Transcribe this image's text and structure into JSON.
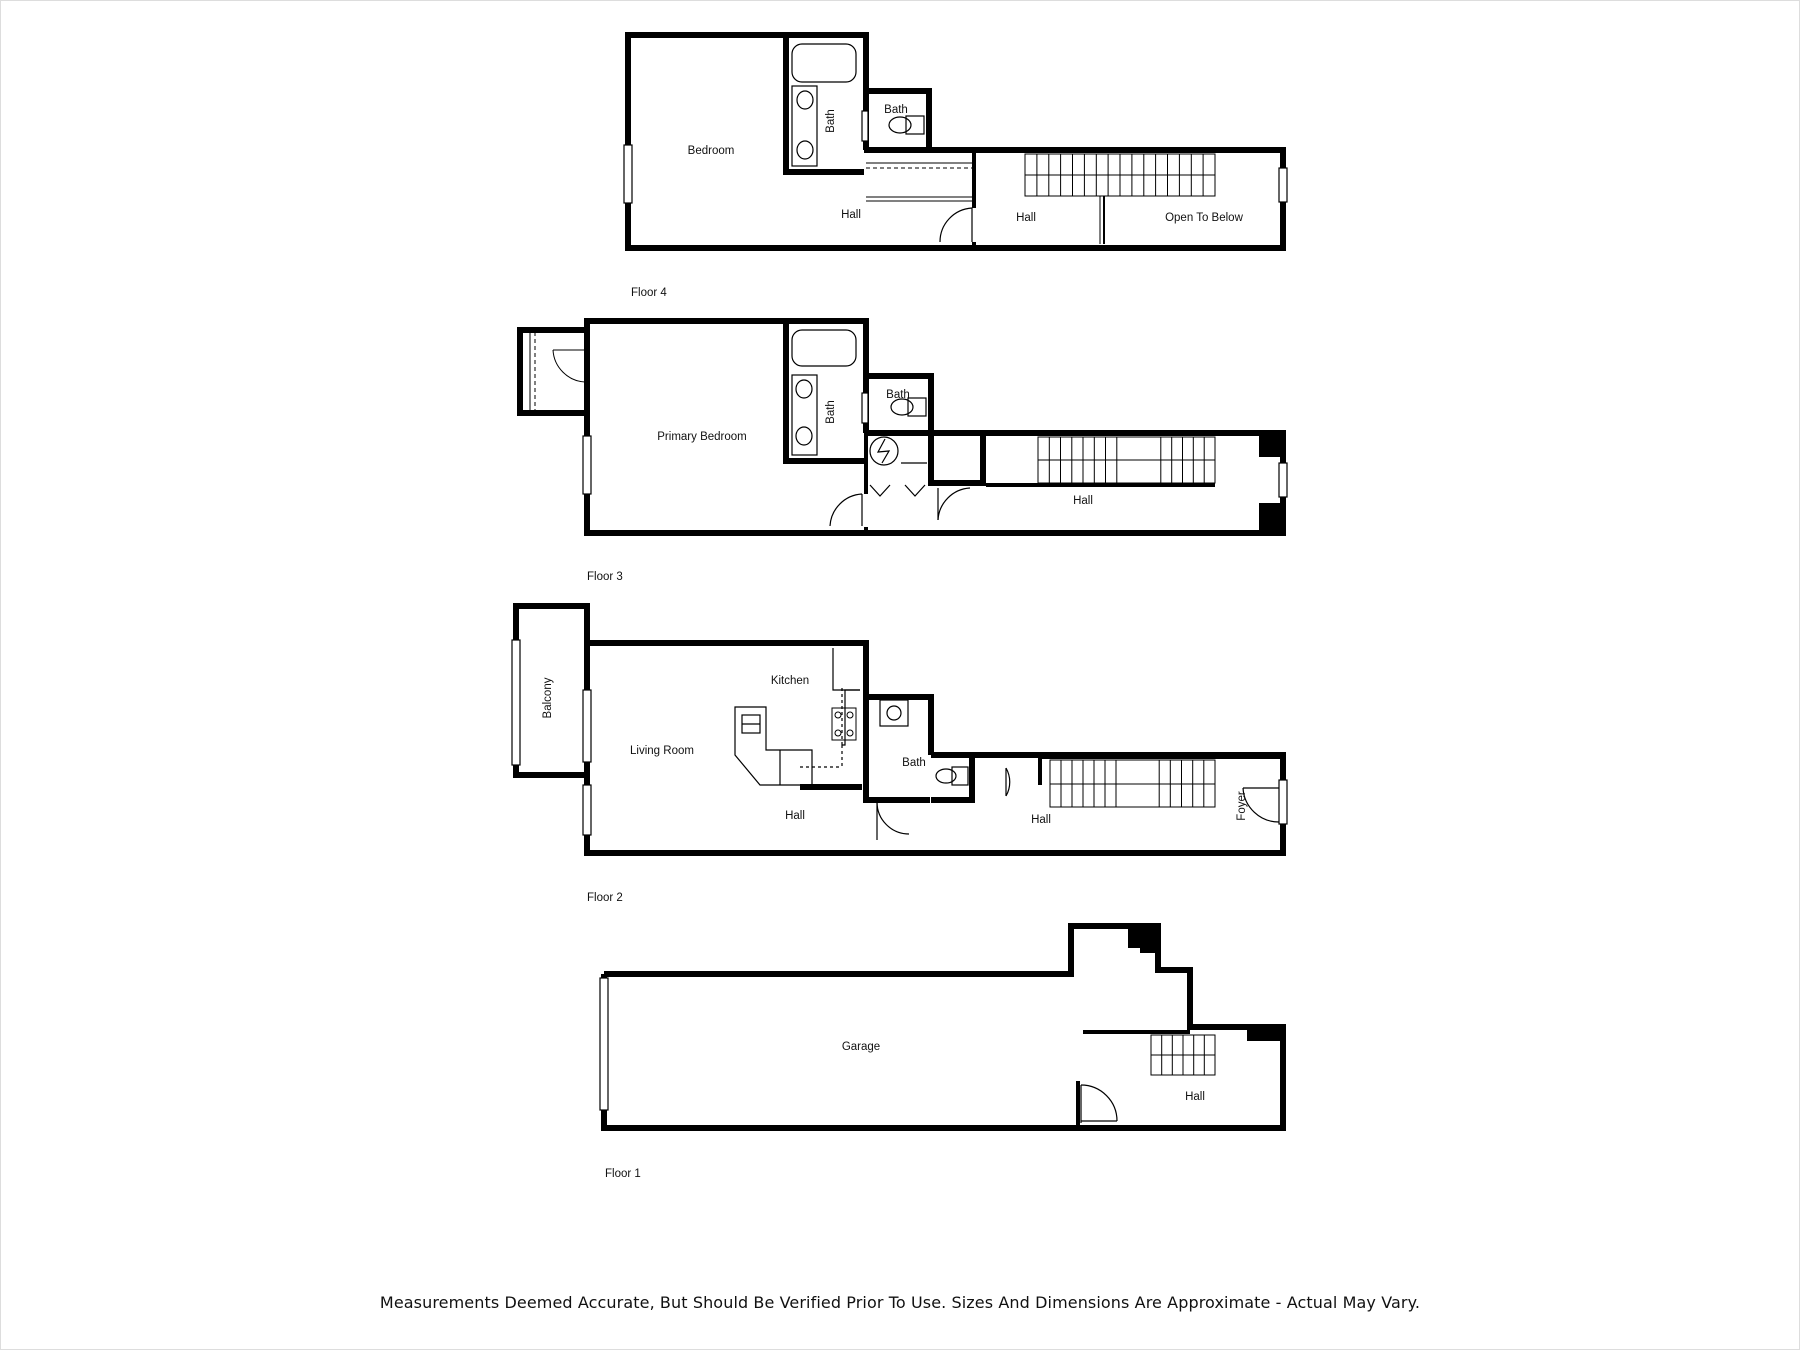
{
  "floors": {
    "floor4": {
      "title": "Floor 4",
      "rooms": {
        "bedroom": "Bedroom",
        "bath_main": "Bath",
        "bath_small": "Bath",
        "hall_left": "Hall",
        "hall_right": "Hall",
        "open_to_below": "Open To Below"
      }
    },
    "floor3": {
      "title": "Floor 3",
      "rooms": {
        "primary_bedroom": "Primary Bedroom",
        "bath_main": "Bath",
        "bath_small": "Bath",
        "hall": "Hall"
      }
    },
    "floor2": {
      "title": "Floor 2",
      "rooms": {
        "balcony": "Balcony",
        "kitchen": "Kitchen",
        "living_room": "Living Room",
        "bath": "Bath",
        "hall_left": "Hall",
        "hall_right": "Hall",
        "foyer": "Foyer"
      }
    },
    "floor1": {
      "title": "Floor 1",
      "rooms": {
        "garage": "Garage",
        "hall": "Hall"
      }
    }
  },
  "disclaimer": "Measurements Deemed Accurate, But Should Be Verified Prior To Use. Sizes And Dimensions Are Approximate - Actual May Vary."
}
